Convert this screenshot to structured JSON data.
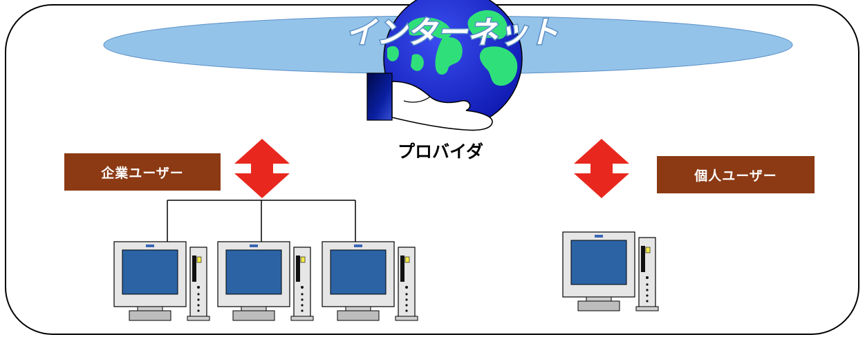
{
  "labels": {
    "internet": "インターネット",
    "provider": "プロバイダ",
    "corporate_users": "企業ユーザー",
    "individual_users": "個人ユーザー"
  },
  "colors": {
    "cloud": "#94C3EA",
    "globe_ocean": "#1E2ED6",
    "globe_land": "#2FE07A",
    "badge": "#8B3A14",
    "arrow": "#E8281E",
    "screen": "#2B63A5",
    "monitor_body": "#E6E6E6"
  },
  "icons": [
    "globe-icon",
    "hand-icon",
    "double-arrow-icon",
    "computer-icon"
  ]
}
